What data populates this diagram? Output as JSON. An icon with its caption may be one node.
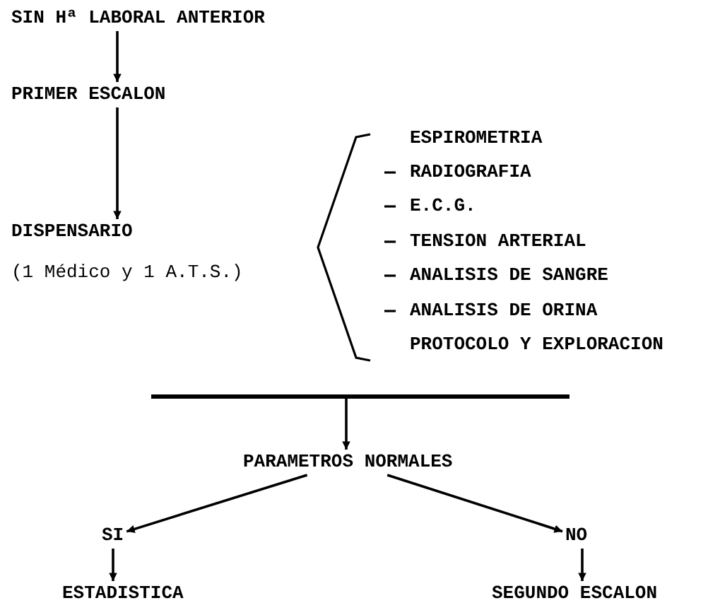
{
  "diagram": {
    "nodes": [
      {
        "text": [
          "SIN Hª LABORAL ANTERIOR"
        ]
      },
      {
        "text": [
          "PRIMER ESCALON"
        ]
      },
      {
        "text": [
          "DISPENSARIO",
          "(1 Médico y 1 A.T.S.)"
        ]
      },
      {
        "text": [],
        "shape": "bar"
      },
      {
        "text": [
          "PARAMETROS NORMALES"
        ]
      },
      {
        "text": [
          "SI"
        ]
      },
      {
        "text": [
          "NO"
        ]
      },
      {
        "text": [
          "ESTADISTICA"
        ]
      },
      {
        "text": [
          "SEGUNDO ESCALON"
        ]
      }
    ],
    "edges": [
      {
        "from": 0,
        "to": 1,
        "arrow": "to"
      },
      {
        "from": 1,
        "to": 2,
        "arrow": "to"
      },
      {
        "from": 3,
        "to": 4,
        "arrow": "to"
      },
      {
        "from": 4,
        "to": 5,
        "arrow": "to"
      },
      {
        "from": 4,
        "to": 6,
        "arrow": "to"
      },
      {
        "from": 5,
        "to": 7,
        "arrow": "to"
      },
      {
        "from": 6,
        "to": 8,
        "arrow": "to"
      }
    ],
    "labels": [
      "ESPIROMETRIA",
      "RADIOGRAFIA",
      "E.C.G.",
      "TENSION ARTERIAL",
      "ANALISIS DE SANGRE",
      "ANALISIS DE ORINA",
      "PROTOCOLO Y EXPLORACION"
    ]
  }
}
